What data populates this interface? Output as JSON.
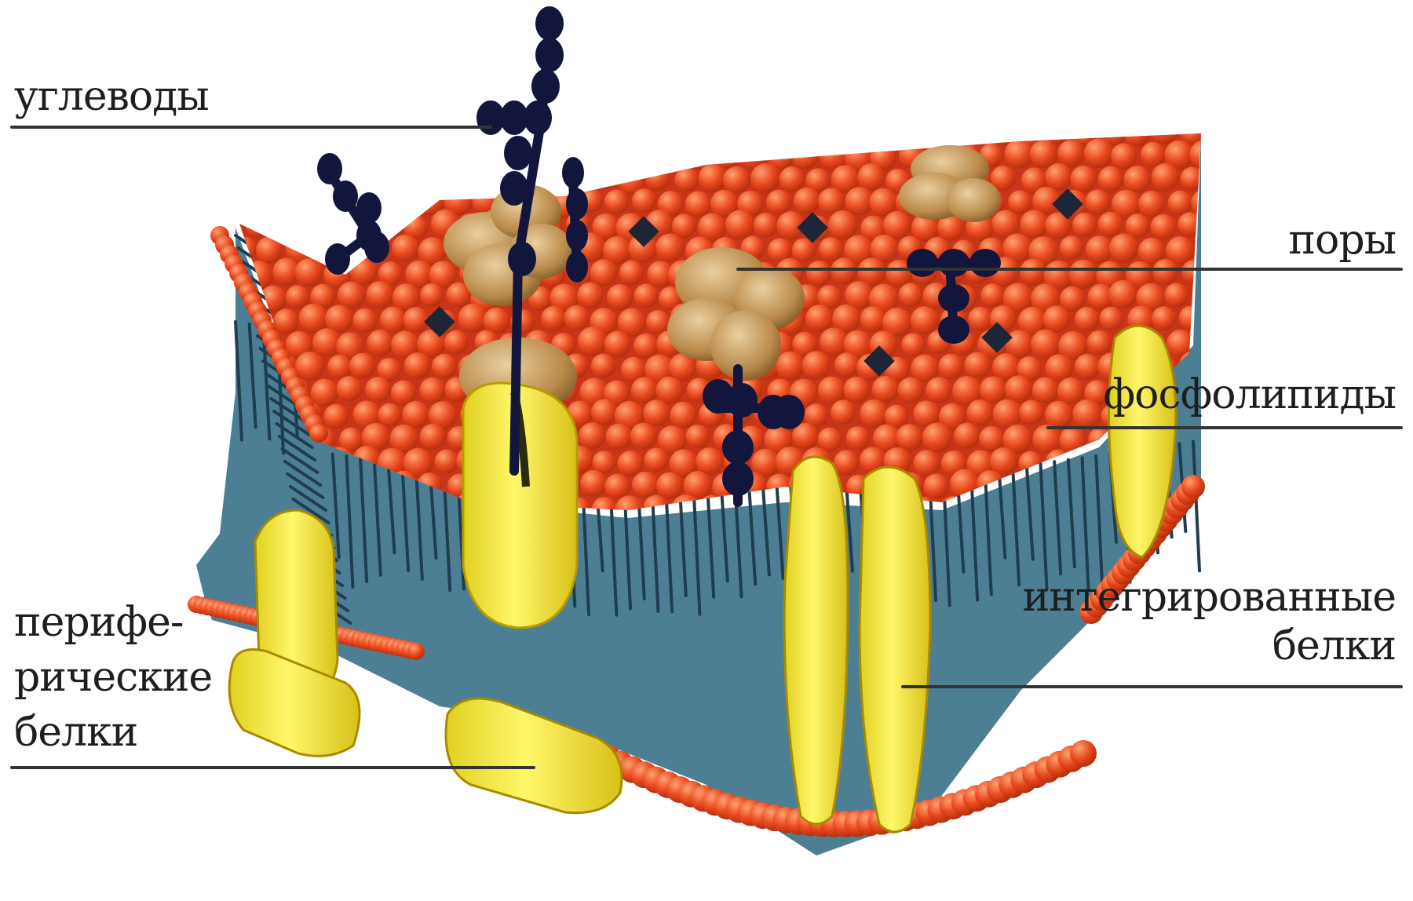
{
  "labels": {
    "carbohydrates": "углеводы",
    "pores": "поры",
    "phospholipids": "фосфолипиды",
    "integral_line1": "интегрированные",
    "integral_line2": "белки",
    "peripheral_line1": "перифе-",
    "peripheral_line2": "рические",
    "peripheral_line3": "белки"
  },
  "colors": {
    "lipid_head": "#e8481e",
    "lipid_head_light": "#ff7a45",
    "lipid_tail": "#3d6f86",
    "protein": "#f5ee3a",
    "protein_edge": "#c5a800",
    "pore": "#c29a5a",
    "carbohydrate": "#12163c",
    "leader_line": "#333333"
  }
}
